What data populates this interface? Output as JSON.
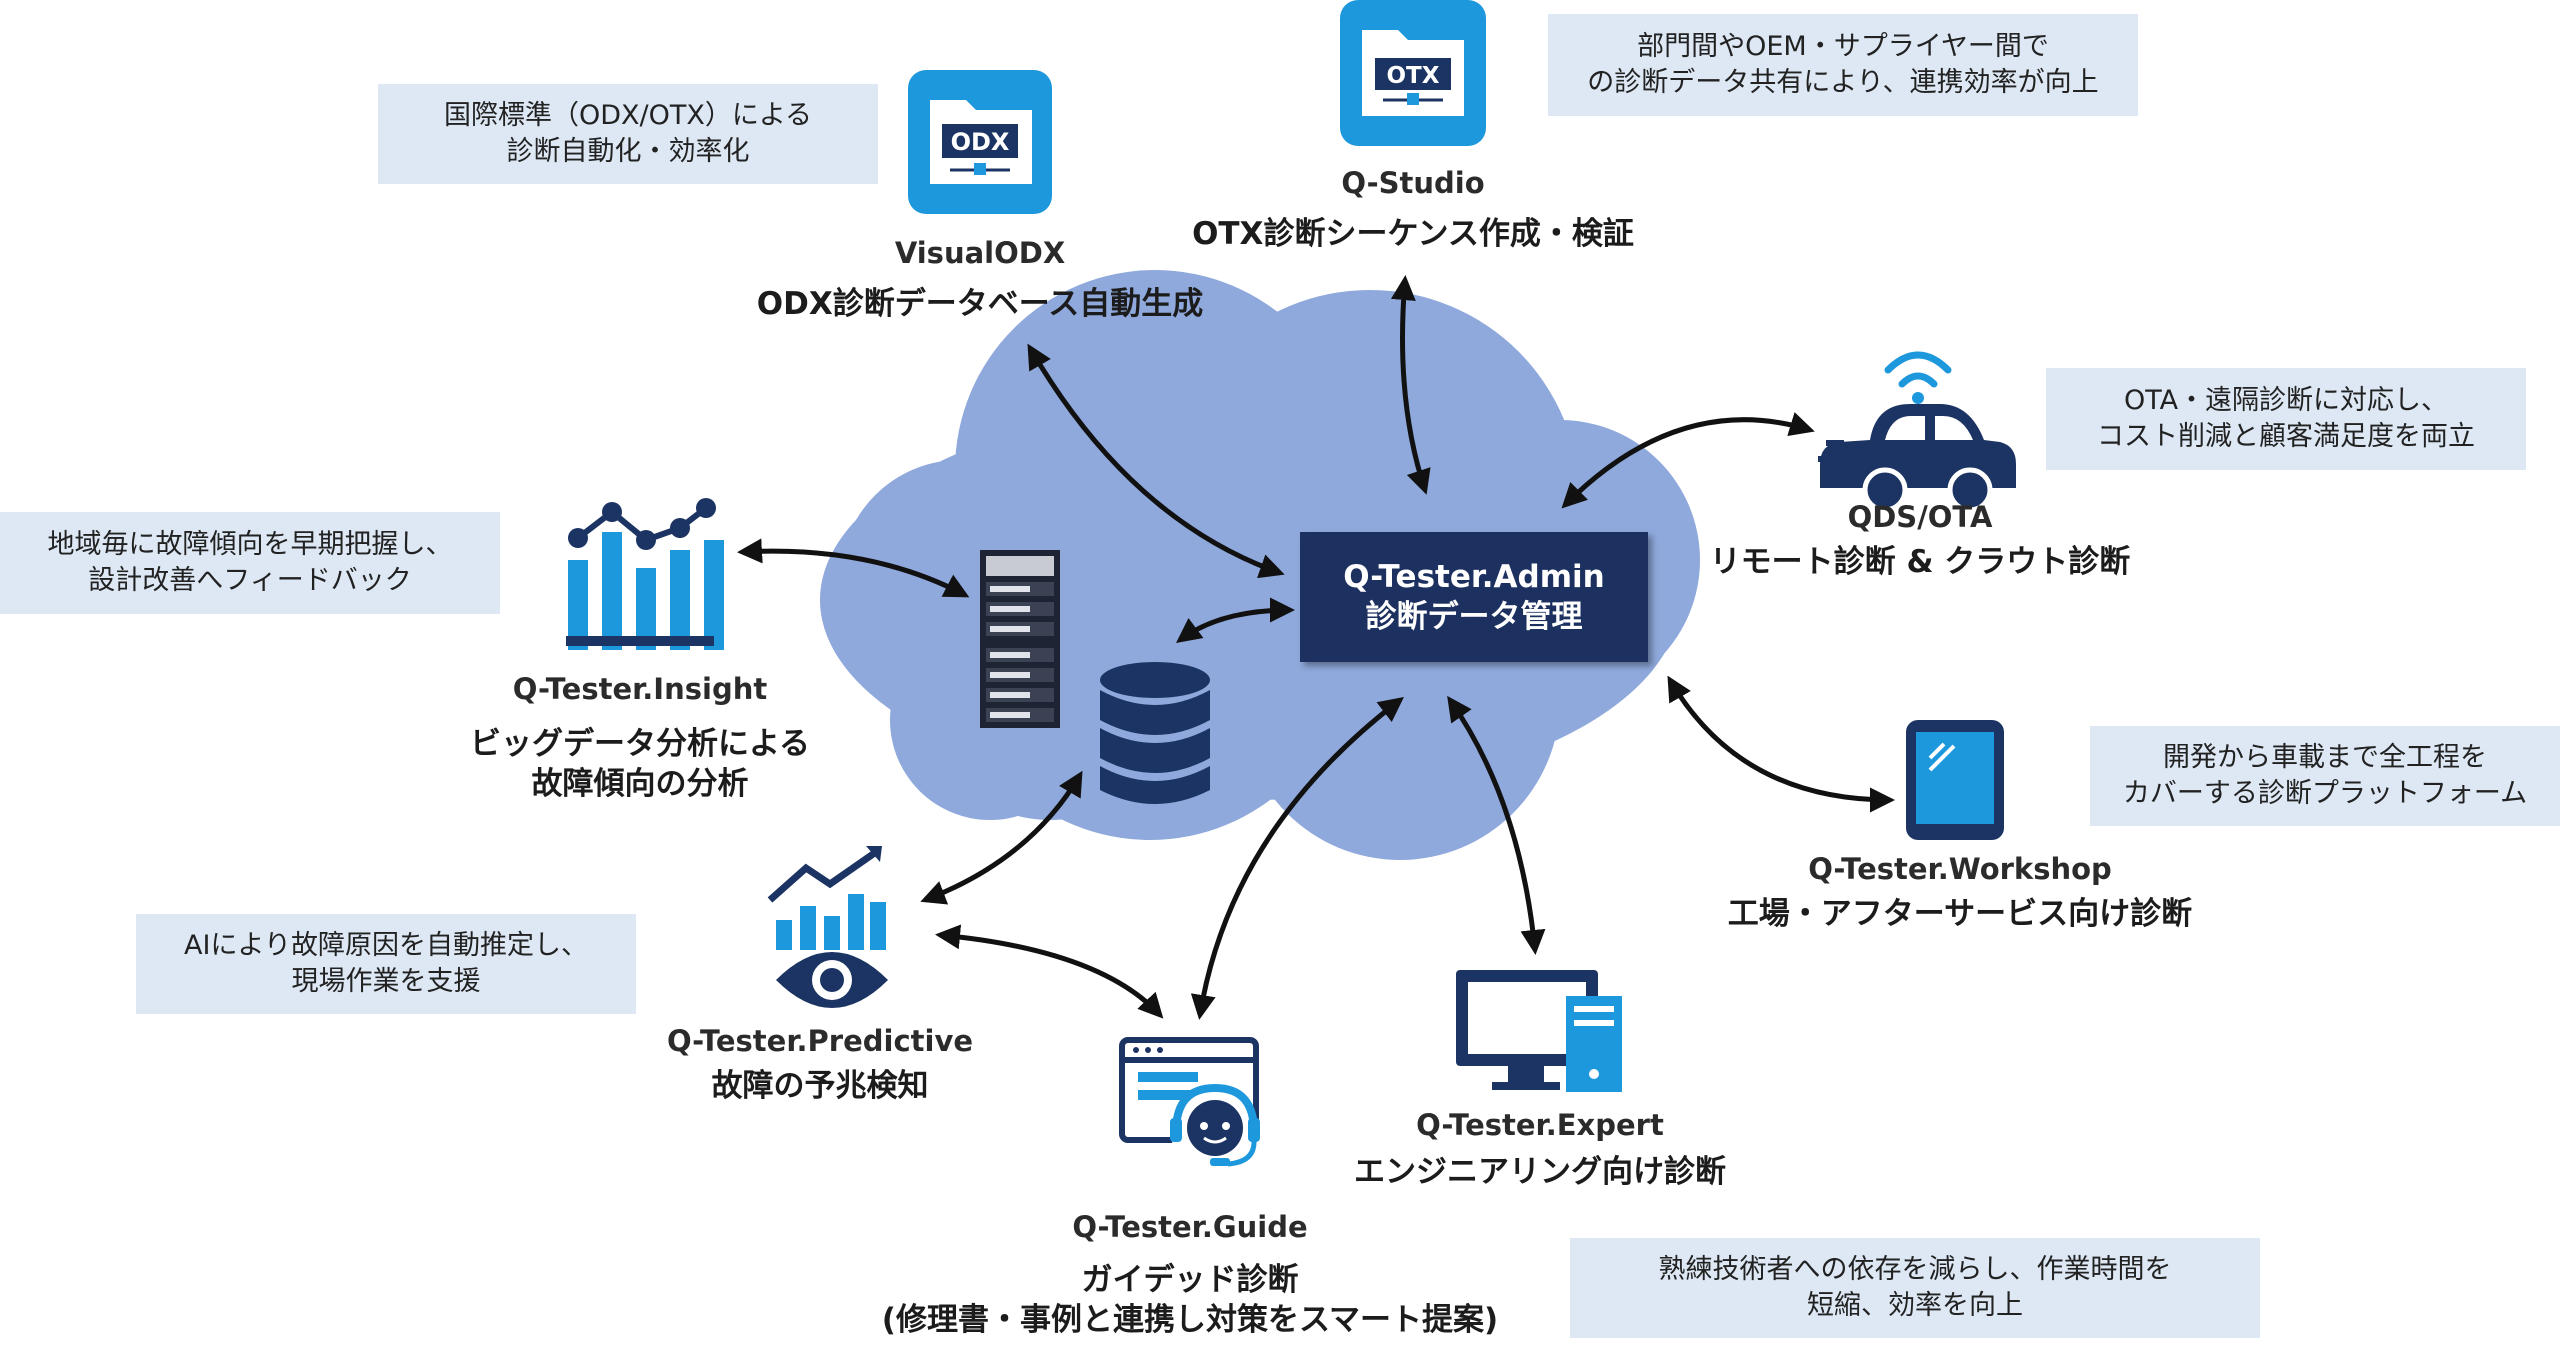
{
  "hub": {
    "name": "Q-Tester.Admin",
    "subtitle": "診断データ管理"
  },
  "nodes": {
    "visualodx": {
      "name": "VisualODX",
      "subtitle": "ODX診断データベース自動生成",
      "icon": "odx-folder-icon",
      "badge": "ODX"
    },
    "qstudio": {
      "name": "Q-Studio",
      "subtitle": "OTX診断シーケンス作成・検証",
      "icon": "otx-folder-icon",
      "badge": "OTX"
    },
    "qds": {
      "name": "QDS/OTA",
      "subtitle": "リモート診断 & クラウト診断",
      "icon": "connected-car-icon"
    },
    "insight": {
      "name": "Q-Tester.Insight",
      "subtitle_lines": [
        "ビッグデータ分析による",
        "故障傾向の分析"
      ],
      "icon": "bar-line-chart-icon"
    },
    "workshop": {
      "name": "Q-Tester.Workshop",
      "subtitle": "工場・アフターサービス向け診断",
      "icon": "tablet-icon"
    },
    "predictive": {
      "name": "Q-Tester.Predictive",
      "subtitle": "故障の予兆検知",
      "icon": "chart-eye-icon"
    },
    "guide": {
      "name": "Q-Tester.Guide",
      "subtitle_lines": [
        "ガイデッド診断",
        "(修理書・事例と連携し対策をスマート提案)"
      ],
      "icon": "support-agent-icon"
    },
    "expert": {
      "name": "Q-Tester.Expert",
      "subtitle": "エンジニアリング向け診断",
      "icon": "desktop-computer-icon"
    }
  },
  "notes": {
    "visualodx": [
      "国際標準（ODX/OTX）による",
      "診断自動化・効率化"
    ],
    "qstudio": [
      "部門間やOEM・サプライヤー間で",
      "の診断データ共有により、連携効率が向上"
    ],
    "qds": [
      "OTA・遠隔診断に対応し、",
      "コスト削減と顧客満足度を両立"
    ],
    "insight": [
      "地域毎に故障傾向を早期把握し、",
      "設計改善へフィードバック"
    ],
    "workshop": [
      "開発から車載まで全工程を",
      "カバーする診断プラットフォーム"
    ],
    "predictive": [
      "AIにより故障原因を自動推定し、",
      "現場作業を支援"
    ],
    "guide": [
      "熟練技術者への依存を減らし、作業時間を",
      "短縮、効率を向上"
    ]
  },
  "colors": {
    "cloud": "#8fa9dc",
    "hub": "#1d3160",
    "icon_blue": "#1e98dd",
    "icon_navy": "#1c3463",
    "note_bg": "#dde8f4",
    "arrow": "#111111"
  }
}
